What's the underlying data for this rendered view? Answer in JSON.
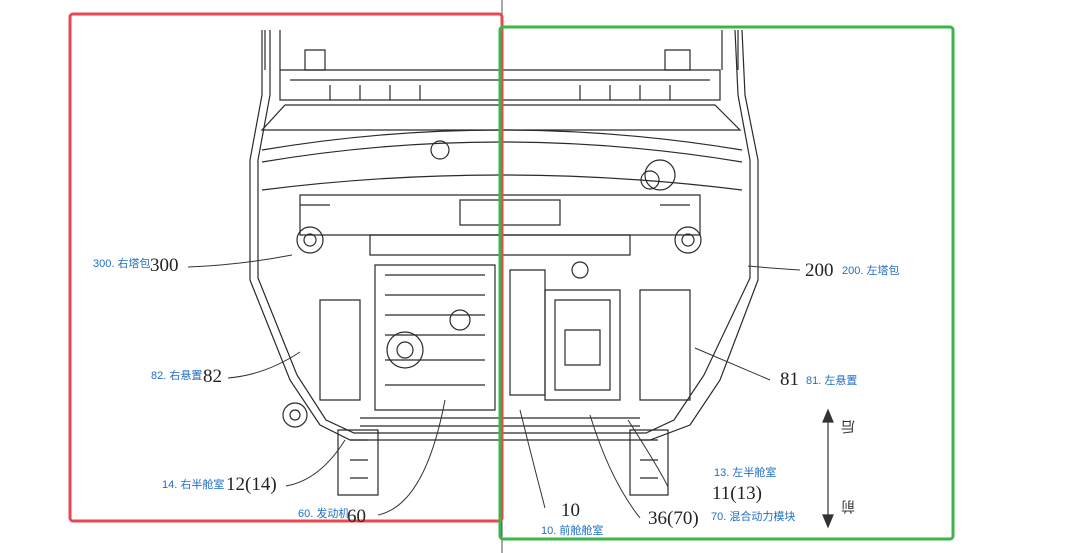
{
  "labels": {
    "l300": "300. 右塔包",
    "l200": "200. 左塔包",
    "l82": "82. 右悬置",
    "l81": "81. 左悬置",
    "l14": "14. 右半舱室",
    "l13": "13. 左半舱室",
    "l60": "60. 发动机",
    "l10": "10. 前舱舱室",
    "l70": "70. 混合动力模块"
  },
  "callouts": {
    "n300": "300",
    "n200": "200",
    "n82": "82",
    "n81": "81",
    "n12": "12(14)",
    "n11": "11(13)",
    "n60": "60",
    "n10": "10",
    "n36": "36(70)"
  },
  "direction": {
    "top": "后",
    "bottom": "前"
  },
  "colors": {
    "right_box": "#e8474d",
    "left_box": "#3bb54a",
    "label": "#1f6fc4",
    "drawing": "#2a2a2a"
  }
}
